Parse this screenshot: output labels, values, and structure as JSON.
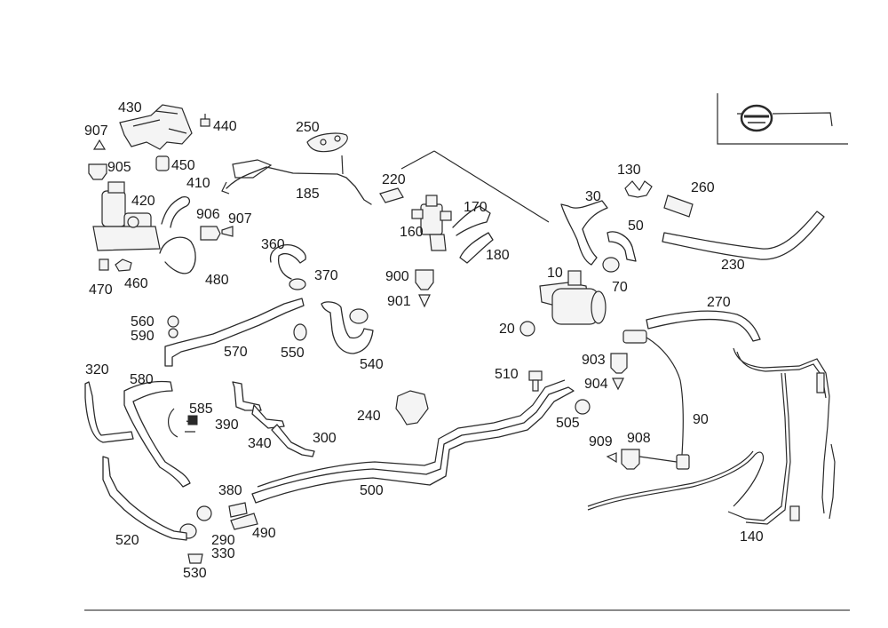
{
  "diagram": {
    "callouts": [
      {
        "id": "c430",
        "text": "430"
      },
      {
        "id": "c440",
        "text": "440"
      },
      {
        "id": "c907a",
        "text": "907"
      },
      {
        "id": "c905",
        "text": "905"
      },
      {
        "id": "c450",
        "text": "450"
      },
      {
        "id": "c410",
        "text": "410"
      },
      {
        "id": "c420",
        "text": "420"
      },
      {
        "id": "c906",
        "text": "906"
      },
      {
        "id": "c907b",
        "text": "907"
      },
      {
        "id": "c470",
        "text": "470"
      },
      {
        "id": "c460",
        "text": "460"
      },
      {
        "id": "c480",
        "text": "480"
      },
      {
        "id": "c250",
        "text": "250"
      },
      {
        "id": "c185",
        "text": "185"
      },
      {
        "id": "c220",
        "text": "220"
      },
      {
        "id": "c360",
        "text": "360"
      },
      {
        "id": "c370",
        "text": "370"
      },
      {
        "id": "c160",
        "text": "160"
      },
      {
        "id": "c170",
        "text": "170"
      },
      {
        "id": "c180",
        "text": "180"
      },
      {
        "id": "c900",
        "text": "900"
      },
      {
        "id": "c901",
        "text": "901"
      },
      {
        "id": "c130",
        "text": "130"
      },
      {
        "id": "c30",
        "text": "30"
      },
      {
        "id": "c260",
        "text": "260"
      },
      {
        "id": "c50",
        "text": "50"
      },
      {
        "id": "c230",
        "text": "230"
      },
      {
        "id": "c10",
        "text": "10"
      },
      {
        "id": "c70",
        "text": "70"
      },
      {
        "id": "c270",
        "text": "270"
      },
      {
        "id": "c560",
        "text": "560"
      },
      {
        "id": "c590",
        "text": "590"
      },
      {
        "id": "c570",
        "text": "570"
      },
      {
        "id": "c550",
        "text": "550"
      },
      {
        "id": "c540",
        "text": "540"
      },
      {
        "id": "c20",
        "text": "20"
      },
      {
        "id": "c903",
        "text": "903"
      },
      {
        "id": "c904",
        "text": "904"
      },
      {
        "id": "c320",
        "text": "320"
      },
      {
        "id": "c580",
        "text": "580"
      },
      {
        "id": "c585",
        "text": "585"
      },
      {
        "id": "c390",
        "text": "390"
      },
      {
        "id": "c340",
        "text": "340"
      },
      {
        "id": "c300",
        "text": "300"
      },
      {
        "id": "c240",
        "text": "240"
      },
      {
        "id": "c510",
        "text": "510"
      },
      {
        "id": "c505",
        "text": "505"
      },
      {
        "id": "c90",
        "text": "90"
      },
      {
        "id": "c909",
        "text": "909"
      },
      {
        "id": "c908",
        "text": "908"
      },
      {
        "id": "c500",
        "text": "500"
      },
      {
        "id": "c380",
        "text": "380"
      },
      {
        "id": "c290",
        "text": "290"
      },
      {
        "id": "c490",
        "text": "490"
      },
      {
        "id": "c330",
        "text": "330"
      },
      {
        "id": "c520",
        "text": "520"
      },
      {
        "id": "c530",
        "text": "530"
      },
      {
        "id": "c140",
        "text": "140"
      }
    ]
  }
}
